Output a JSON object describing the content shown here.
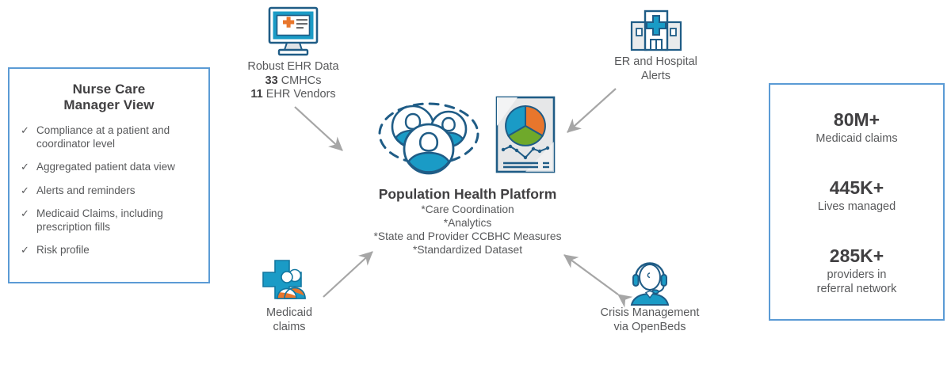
{
  "left_panel": {
    "title": "Nurse Care\nManager View",
    "title_line1": "Nurse Care",
    "title_line2": "Manager View",
    "check_glyph": "✓",
    "items": [
      "Compliance at a patient and coordinator level",
      "Aggregated patient data view",
      "Alerts and reminders",
      "Medicaid Claims, including prescription fills",
      "Risk profile"
    ],
    "border_color": "#5B9BD5"
  },
  "right_panel": {
    "border_color": "#5B9BD5",
    "stats": [
      {
        "value": "80M+",
        "label": "Medicaid claims"
      },
      {
        "value": "445K+",
        "label": "Lives managed"
      },
      {
        "value": "285K+",
        "label": "providers in\nreferral network",
        "label_line1": "providers in",
        "label_line2": "referral network"
      }
    ]
  },
  "nodes": {
    "ehr": {
      "icon": "computer-monitor-ehr-icon",
      "caption_line1": "Robust EHR Data",
      "caption_line2_bold": "33",
      "caption_line2_rest": " CMHCs",
      "caption_line3_bold": "11",
      "caption_line3_rest": " EHR Vendors"
    },
    "hospital": {
      "icon": "hospital-building-icon",
      "caption_line1": "ER and Hospital",
      "caption_line2": "Alerts"
    },
    "medicaid": {
      "icon": "medical-cross-people-icon",
      "caption_line1": "Medicaid",
      "caption_line2": "claims"
    },
    "crisis": {
      "icon": "headset-operator-icon",
      "caption_line1": "Crisis Management",
      "caption_line2": "via OpenBeds"
    }
  },
  "center": {
    "people_icon": "people-group-icon",
    "report_icon": "pie-chart-report-icon",
    "title": "Population Health Platform",
    "bullets": [
      "*Care Coordination",
      "*Analytics",
      "*State and Provider CCBHC Measures",
      "*Standardized Dataset"
    ]
  },
  "palette": {
    "teal": "#1A9BC6",
    "dark_blue": "#1F5C86",
    "orange": "#E8762C",
    "green": "#6FA92B",
    "gray_arrow": "#A6A6A6",
    "text_gray": "#58595b",
    "heading_gray": "#414042",
    "panel_blue": "#5B9BD5"
  }
}
